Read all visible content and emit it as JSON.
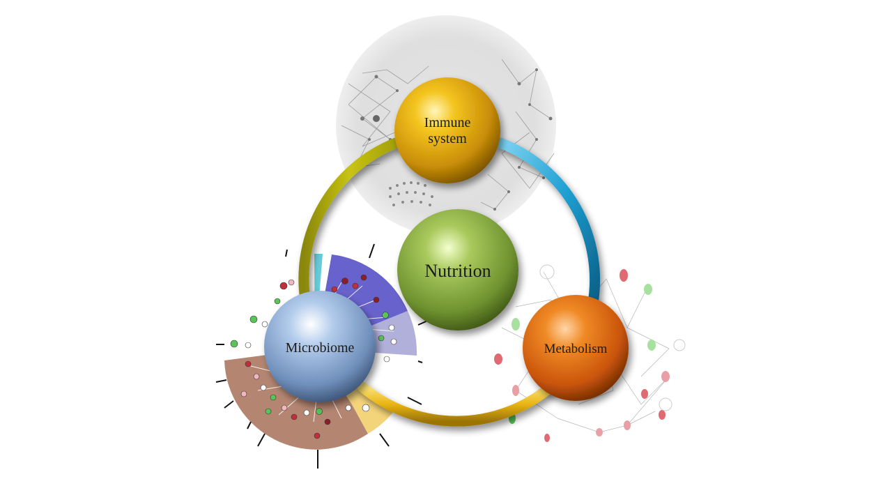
{
  "diagram": {
    "center": {
      "label": "Nutrition",
      "color": "#7fa63a"
    },
    "nodes": [
      {
        "id": "immune",
        "label_lines": [
          "Immune",
          "system"
        ],
        "color": "#e2a90c"
      },
      {
        "id": "microbiome",
        "label_lines": [
          "Microbiome"
        ],
        "color": "#6f93c4"
      },
      {
        "id": "metabolism",
        "label_lines": [
          "Metabolism"
        ],
        "color": "#e0640a"
      }
    ],
    "ring": {
      "segments": [
        {
          "name": "immune-to-metabolism",
          "color": "#2aa6d6"
        },
        {
          "name": "metabolism-to-microbiome",
          "color": "#e3b00e"
        },
        {
          "name": "microbiome-to-immune",
          "color": "#b8b40c"
        }
      ]
    },
    "background": {
      "network_gray": "#d9d9d9",
      "wedge_colors": [
        "#5b55c8",
        "#a9a7d6",
        "#b07f6a",
        "#f3cf6b",
        "#5ec9d6"
      ],
      "node_red": "#c0303a",
      "node_green": "#5ac45a",
      "node_pink": "#f2b6be"
    }
  }
}
